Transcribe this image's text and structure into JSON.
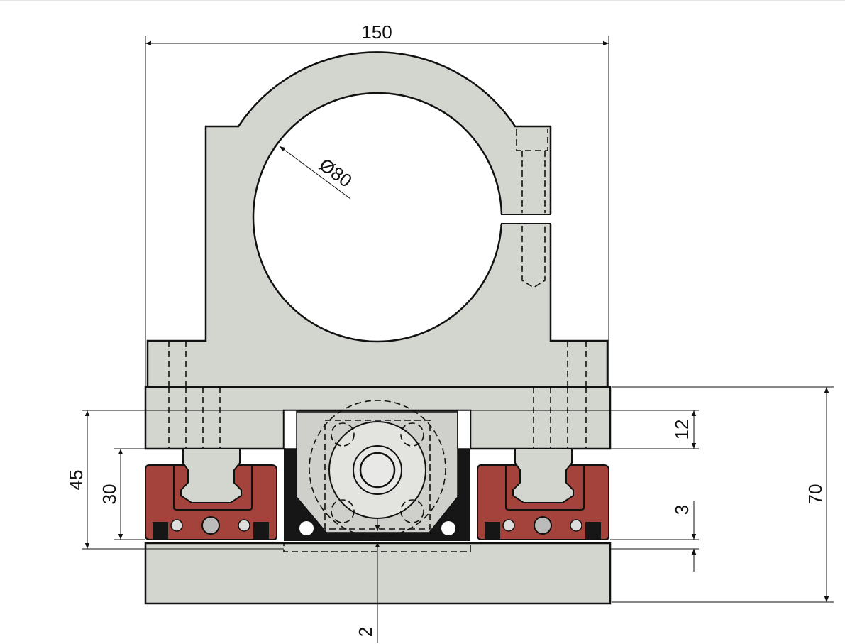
{
  "dimensions": {
    "overall_width": "150",
    "bore_diameter": "Ø80",
    "rail_height_total": "45",
    "carriage_height": "30",
    "plate_recess": "12",
    "gap_small": "3",
    "overall_height": "70",
    "offset_bottom": "2"
  },
  "colors": {
    "part_fill": "#d3d5cf",
    "carriage_red": "#a3433b",
    "bearing_black": "#161616",
    "outline": "#111111"
  }
}
